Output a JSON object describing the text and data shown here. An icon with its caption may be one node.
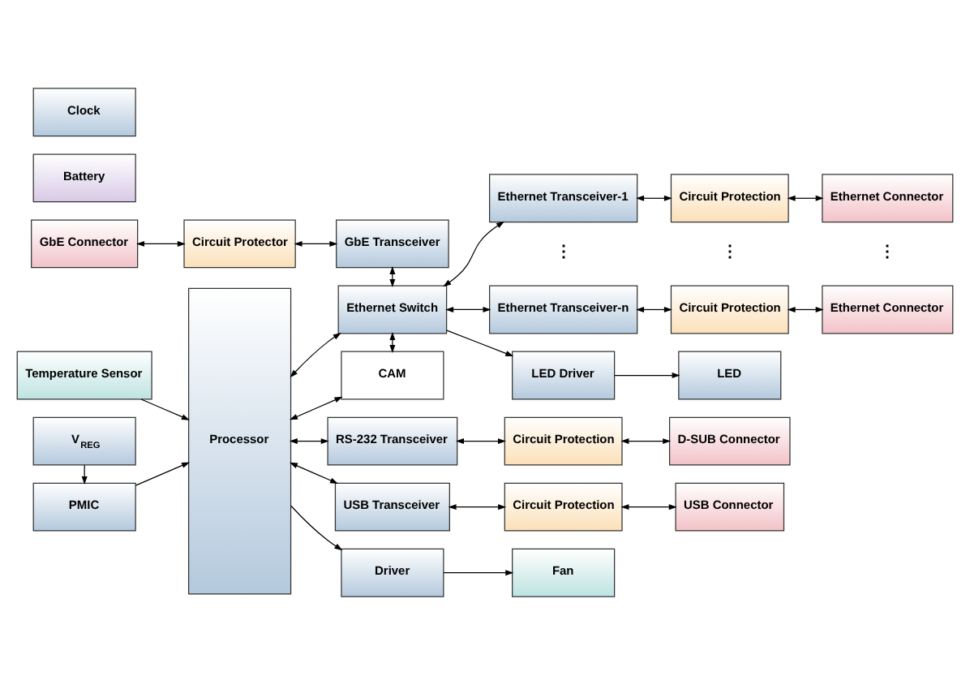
{
  "diagram": {
    "nodes": [
      {
        "text": [
          "GbE Connector"
        ]
      },
      {
        "text": [
          "Circuit Protector"
        ]
      },
      {
        "text": [
          "GbE Transceiver"
        ]
      },
      {
        "text": [
          "Temperature Sensor"
        ]
      },
      {
        "text": [
          "Processor"
        ]
      },
      {
        "text": [
          "Ethernet Switch"
        ]
      },
      {
        "text": [
          "Ethernet Transceiver-1"
        ]
      },
      {
        "text": [
          "Circuit Protection"
        ]
      },
      {
        "text": [
          "Ethernet Connector"
        ]
      },
      {
        "text": [
          "Ethernet Transceiver-n"
        ]
      },
      {
        "text": [
          "Circuit Protection"
        ]
      },
      {
        "text": [
          "Ethernet Connector"
        ]
      },
      {
        "text": [
          "CAM"
        ]
      },
      {
        "text": [
          "Battery"
        ]
      },
      {
        "text": [
          "LED Driver"
        ]
      },
      {
        "text": [
          "LED"
        ]
      },
      {
        "text": [
          "Clock"
        ]
      },
      {
        "text": [
          "RS-232 Transceiver"
        ]
      },
      {
        "text": [
          "Circuit Protection"
        ]
      },
      {
        "text": [
          "D-SUB Connector"
        ]
      },
      {
        "text": [
          "V$_{REG}$"
        ]
      },
      {
        "text": [
          "USB Transceiver"
        ]
      },
      {
        "text": [
          "Circuit Protection"
        ]
      },
      {
        "text": [
          "USB Connector"
        ]
      },
      {
        "text": [
          "PMIC"
        ]
      },
      {
        "text": [
          "Driver"
        ]
      },
      {
        "text": [
          "Fan"
        ]
      }
    ],
    "edges": [
      {
        "from": 0,
        "to": 1,
        "arrow": "both"
      },
      {
        "from": 1,
        "to": 2,
        "arrow": "both"
      },
      {
        "from": 2,
        "to": 5,
        "arrow": "both"
      },
      {
        "from": 3,
        "to": 4,
        "arrow": "to"
      },
      {
        "from": 4,
        "to": 5,
        "arrow": "both"
      },
      {
        "from": 5,
        "to": 6,
        "arrow": "both"
      },
      {
        "from": 6,
        "to": 7,
        "arrow": "both"
      },
      {
        "from": 7,
        "to": 8,
        "arrow": "both"
      },
      {
        "from": 5,
        "to": 9,
        "arrow": "both"
      },
      {
        "from": 9,
        "to": 10,
        "arrow": "both"
      },
      {
        "from": 10,
        "to": 11,
        "arrow": "both"
      },
      {
        "from": 5,
        "to": 12,
        "arrow": "both"
      },
      {
        "from": 4,
        "to": 12,
        "arrow": "both"
      },
      {
        "from": 5,
        "to": 14,
        "arrow": "to"
      },
      {
        "from": 14,
        "to": 15,
        "arrow": "to"
      },
      {
        "from": 4,
        "to": 17,
        "arrow": "both"
      },
      {
        "from": 17,
        "to": 18,
        "arrow": "both"
      },
      {
        "from": 18,
        "to": 19,
        "arrow": "both"
      },
      {
        "from": 4,
        "to": 21,
        "arrow": "both"
      },
      {
        "from": 21,
        "to": 22,
        "arrow": "both"
      },
      {
        "from": 22,
        "to": 23,
        "arrow": "both"
      },
      {
        "from": 20,
        "to": 24,
        "arrow": "to"
      },
      {
        "from": 24,
        "to": 4,
        "arrow": "to"
      },
      {
        "from": 4,
        "to": 25,
        "arrow": "to"
      },
      {
        "from": 25,
        "to": 26,
        "arrow": "to"
      }
    ],
    "labels": [
      "⋮",
      "⋮",
      "⋮"
    ]
  }
}
